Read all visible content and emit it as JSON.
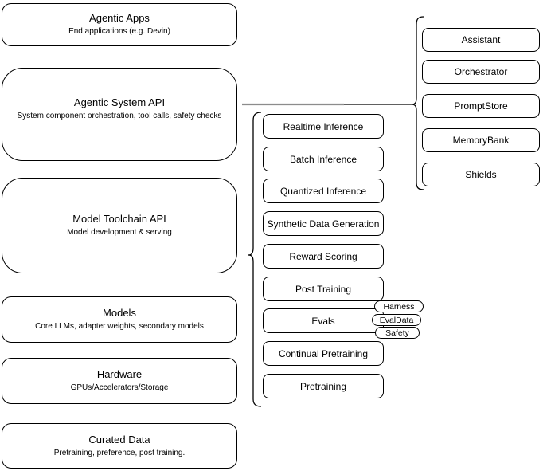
{
  "diagram": {
    "left_column": {
      "agentic_apps": {
        "title": "Agentic Apps",
        "subtitle": "End applications (e.g. Devin)"
      },
      "agentic_system": {
        "title": "Agentic System API",
        "subtitle": "System component orchestration, tool calls, safety checks"
      },
      "model_toolchain": {
        "title": "Model Toolchain API",
        "subtitle": "Model development & serving"
      },
      "models": {
        "title": "Models",
        "subtitle": "Core LLMs, adapter weights, secondary models"
      },
      "hardware": {
        "title": "Hardware",
        "subtitle": "GPUs/Accelerators/Storage"
      },
      "curated_data": {
        "title": "Curated Data",
        "subtitle": "Pretraining, preference, post training."
      }
    },
    "toolchain_items": [
      "Realtime Inference",
      "Batch Inference",
      "Quantized Inference",
      "Synthetic Data Generation",
      "Reward Scoring",
      "Post Training",
      "Evals",
      "Continual Pretraining",
      "Pretraining"
    ],
    "eval_tags": [
      "Harness",
      "EvalData",
      "Safety"
    ],
    "system_components": [
      "Assistant",
      "Orchestrator",
      "PromptStore",
      "MemoryBank",
      "Shields"
    ],
    "colors": {
      "stroke": "#000000",
      "fill": "#ffffff",
      "connector_gray": "#8c8c8c"
    }
  }
}
